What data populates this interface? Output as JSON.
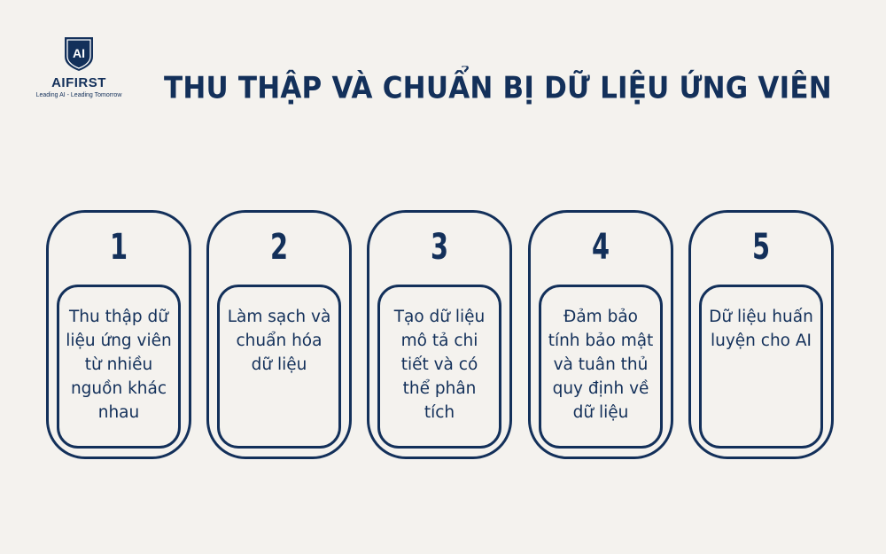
{
  "logo": {
    "mark": "AI",
    "name": "AIFIRST",
    "tagline": "Leading AI - Leading Tomorrow"
  },
  "title": "THU THẬP VÀ CHUẨN BỊ DỮ LIỆU ỨNG VIÊN",
  "steps": [
    {
      "number": "1",
      "text": "Thu thập dữ liệu ứng viên từ nhiều nguồn khác nhau"
    },
    {
      "number": "2",
      "text": "Làm sạch và chuẩn hóa dữ liệu"
    },
    {
      "number": "3",
      "text": "Tạo dữ liệu mô tả chi tiết và có thể phân tích"
    },
    {
      "number": "4",
      "text": "Đảm bảo tính bảo mật và tuân thủ quy định về dữ liệu"
    },
    {
      "number": "5",
      "text": "Dữ liệu huấn luyện cho AI"
    }
  ],
  "colors": {
    "background": "#f4f2ee",
    "primary": "#13305a"
  }
}
